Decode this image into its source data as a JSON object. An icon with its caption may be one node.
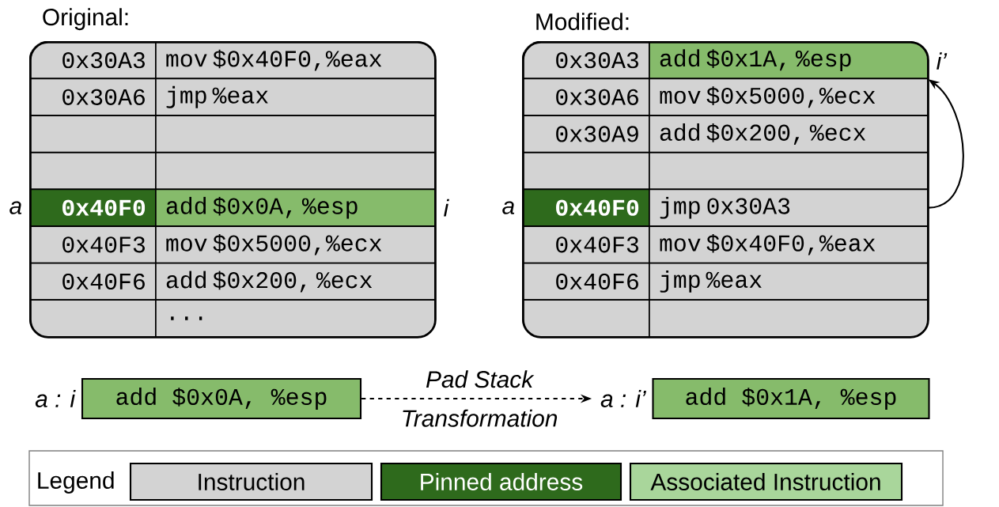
{
  "diagram": {
    "nodes": [
      {
        "text": [
          "Original:"
        ]
      },
      {
        "text": [
          "0x30A3"
        ],
        "in": 0
      },
      {
        "text": [
          "mov $0x40F0,%eax"
        ],
        "in": 0
      },
      {
        "text": [
          "0x30A6"
        ],
        "in": 0
      },
      {
        "text": [
          "jmp %eax"
        ],
        "in": 0
      },
      {
        "text": [],
        "shape": "box",
        "in": 0
      },
      {
        "text": [],
        "shape": "box",
        "in": 0
      },
      {
        "text": [],
        "shape": "box",
        "in": 0
      },
      {
        "text": [],
        "shape": "box",
        "in": 0
      },
      {
        "text": [
          "0x40F0"
        ],
        "beside": [
          "a"
        ],
        "in": 0
      },
      {
        "text": [
          "add $0x0A, %esp"
        ],
        "beside": [
          "i"
        ],
        "in": 0
      },
      {
        "text": [
          "0x40F3"
        ],
        "in": 0
      },
      {
        "text": [
          "mov $0x5000,%ecx"
        ],
        "in": 0
      },
      {
        "text": [
          "0x40F6"
        ],
        "in": 0
      },
      {
        "text": [
          "add $0x200, %ecx"
        ],
        "in": 0
      },
      {
        "text": [],
        "shape": "box",
        "in": 0
      },
      {
        "text": [
          "..."
        ],
        "in": 0
      },
      {
        "text": [
          "Modified:"
        ]
      },
      {
        "text": [
          "0x30A3"
        ],
        "in": 17
      },
      {
        "text": [
          "add $0x1A, %esp"
        ],
        "beside": [
          "i’"
        ],
        "in": 17
      },
      {
        "text": [
          "0x30A6"
        ],
        "in": 17
      },
      {
        "text": [
          "mov $0x5000,%ecx"
        ],
        "in": 17
      },
      {
        "text": [
          "0x30A9"
        ],
        "in": 17
      },
      {
        "text": [
          "add $0x200, %ecx"
        ],
        "in": 17
      },
      {
        "text": [],
        "shape": "box",
        "in": 17
      },
      {
        "text": [],
        "shape": "box",
        "in": 17
      },
      {
        "text": [
          "0x40F0"
        ],
        "beside": [
          "a"
        ],
        "in": 17
      },
      {
        "text": [
          "jmp 0x30A3"
        ],
        "in": 17
      },
      {
        "text": [
          "0x40F3"
        ],
        "in": 17
      },
      {
        "text": [
          "mov $0x40F0,%eax"
        ],
        "in": 17
      },
      {
        "text": [
          "0x40F6"
        ],
        "in": 17
      },
      {
        "text": [
          "jmp %eax"
        ],
        "in": 17
      },
      {
        "text": [],
        "shape": "box",
        "in": 17
      },
      {
        "text": [],
        "shape": "box",
        "in": 17
      },
      {
        "text": [
          "add $0x0A, %esp"
        ],
        "beside": [
          "a : i"
        ]
      },
      {
        "text": [
          "add $0x1A, %esp"
        ],
        "beside": [
          "a : i’"
        ]
      }
    ],
    "edges": [
      {
        "from": 27,
        "to": 19,
        "arrow": "to"
      },
      {
        "from": 34,
        "to": 35,
        "arrow": "to",
        "label": "Pad Stack",
        "style": "dashed"
      }
    ],
    "labels": [
      "Transformation",
      "Legend"
    ],
    "legend": [
      {
        "text": "Instruction",
        "color": "#d3d3d3"
      },
      {
        "text": "Pinned address",
        "color": "#2e6a1c"
      },
      {
        "text": "Associated Instruction",
        "color": "#a9d69b"
      }
    ]
  }
}
